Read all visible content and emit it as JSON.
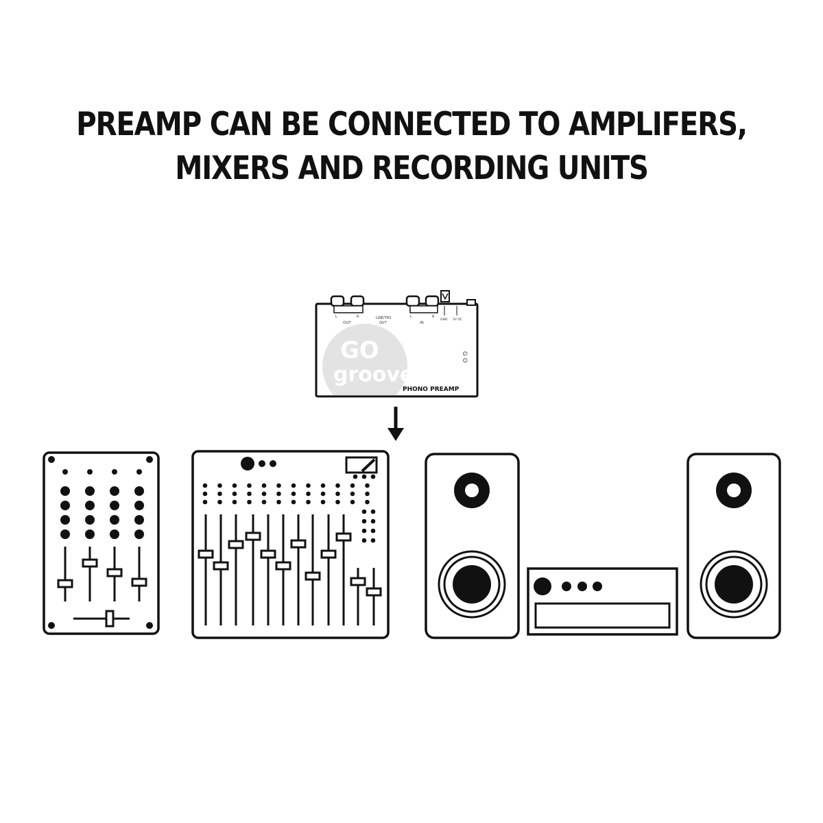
{
  "heading": {
    "line1": "PREAMP CAN BE CONNECTED TO AMPLIFERS,",
    "line2": "MIXERS AND RECORDING UNITS"
  },
  "preamp": {
    "label": "PHONO PREAMP",
    "logo_top": "GO",
    "logo_bottom": "groove",
    "side_text": "G O",
    "jack_labels": {
      "out": "OUT",
      "line_out": "LINE/TRS",
      "line_out_sub": "OUT",
      "in": "IN",
      "l": "L",
      "r": "R",
      "gnd": "GND",
      "pwr": "5V DC"
    }
  },
  "devices": [
    "dj-mixer",
    "mixing-console",
    "speaker-left",
    "stereo-receiver",
    "speaker-right"
  ],
  "colors": {
    "ink": "#111111",
    "paper": "#ffffff",
    "logo_gray": "#e3e3e3"
  }
}
